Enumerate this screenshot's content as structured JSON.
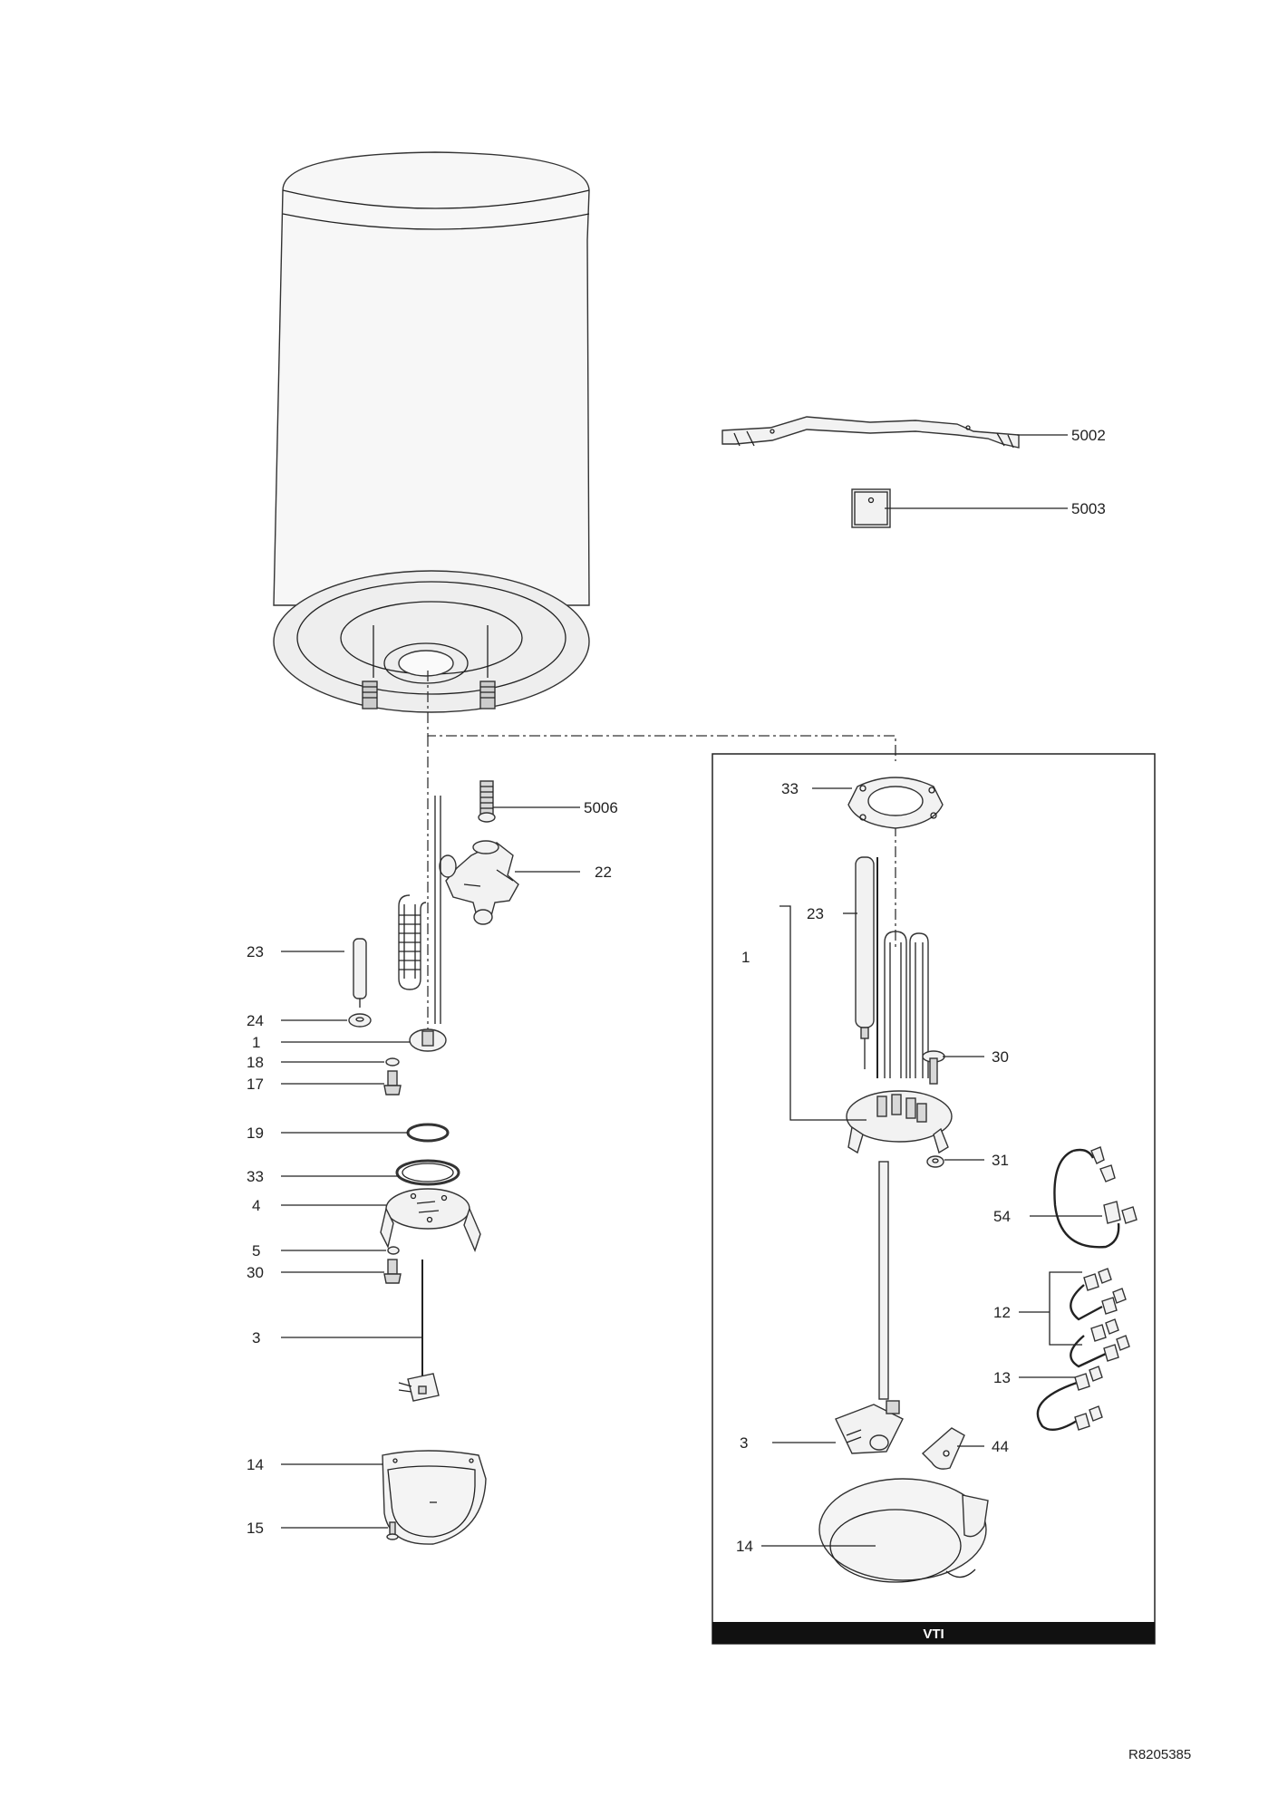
{
  "labels": {
    "l5002": "5002",
    "l5003": "5003",
    "l5006": "5006",
    "l22": "22",
    "l23a": "23",
    "l24": "24",
    "l1a": "1",
    "l18": "18",
    "l17": "17",
    "l19": "19",
    "l33a": "33",
    "l4": "4",
    "l5": "5",
    "l30a": "30",
    "l3a": "3",
    "l14a": "14",
    "l15": "15",
    "l33b": "33",
    "l23b": "23",
    "l1b": "1",
    "l30b": "30",
    "l31": "31",
    "l54": "54",
    "l12": "12",
    "l13": "13",
    "l3b": "3",
    "l44": "44",
    "l14b": "14"
  },
  "box_title": "VTI",
  "doc_ref": "R8205385"
}
